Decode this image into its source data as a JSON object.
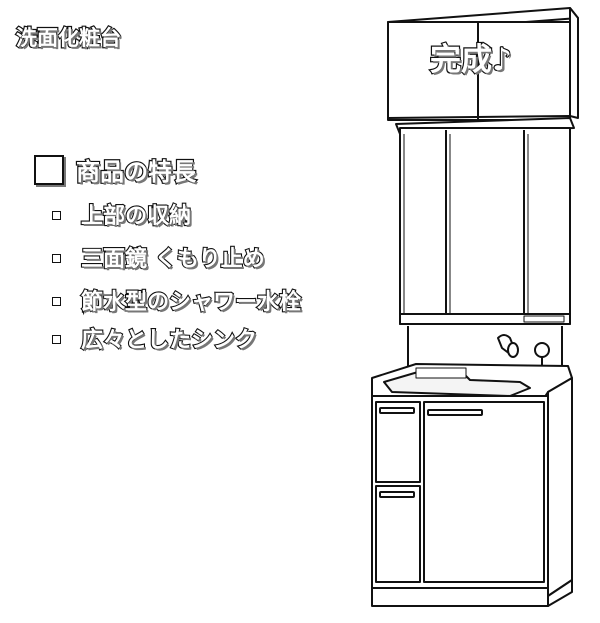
{
  "title": "洗面化粧台",
  "completion": "完成♪",
  "features": {
    "heading": "商品の特長",
    "items": [
      {
        "label": "上部の収納"
      },
      {
        "label": "三面鏡 くもり止め"
      },
      {
        "label": "節水型のシャワー水栓"
      },
      {
        "label": "広々としたシンク"
      }
    ]
  },
  "colors": {
    "outline": "#111111",
    "fill": "#ffffff",
    "shadow": "#777777"
  }
}
